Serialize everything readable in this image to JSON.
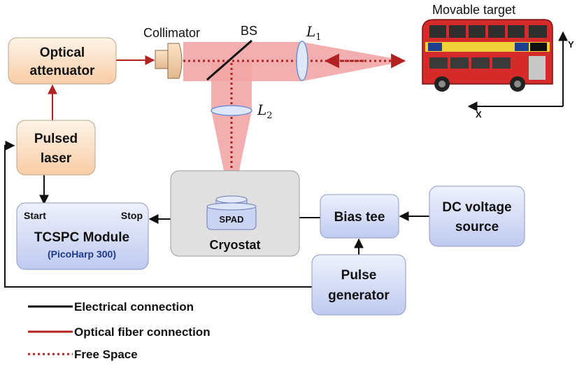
{
  "diagram": {
    "components": {
      "optical_attenuator": [
        "Optical",
        "attenuator"
      ],
      "pulsed_laser": [
        "Pulsed",
        "laser"
      ],
      "tcspc": {
        "start": "Start",
        "stop": "Stop",
        "title": "TCSPC Module",
        "subtitle": "(PicoHarp 300)"
      },
      "cryostat": "Cryostat",
      "spad": "SPAD",
      "bias_tee": "Bias tee",
      "dc_source": [
        "DC voltage",
        "source"
      ],
      "pulse_generator": [
        "Pulse",
        "generator"
      ]
    },
    "optics": {
      "collimator": "Collimator",
      "beam_splitter": "BS",
      "lens1": {
        "symbol": "L",
        "subscript": "1"
      },
      "lens2": {
        "symbol": "L",
        "subscript": "2"
      }
    },
    "target": {
      "label": "Movable target",
      "axis_x": "X",
      "axis_y": "Y"
    },
    "legend": [
      {
        "label": "Electrical connection",
        "style": "solid",
        "color": "#111111"
      },
      {
        "label": "Optical fiber connection",
        "style": "solid",
        "color": "#b22222"
      },
      {
        "label": "Free Space",
        "style": "dotted",
        "color": "#b22222"
      }
    ],
    "colors": {
      "electrical": "#111111",
      "optical_fiber": "#b22222",
      "beam": "#f2a6a6",
      "orange_box": "#fbdcbf",
      "blue_box": "#d4dcf6",
      "cryostat_box": "#e0e0e0"
    },
    "icons": [
      "collimator-icon",
      "beam-splitter-icon",
      "lens-icon",
      "spad-detector-icon",
      "bus-target-icon"
    ]
  }
}
